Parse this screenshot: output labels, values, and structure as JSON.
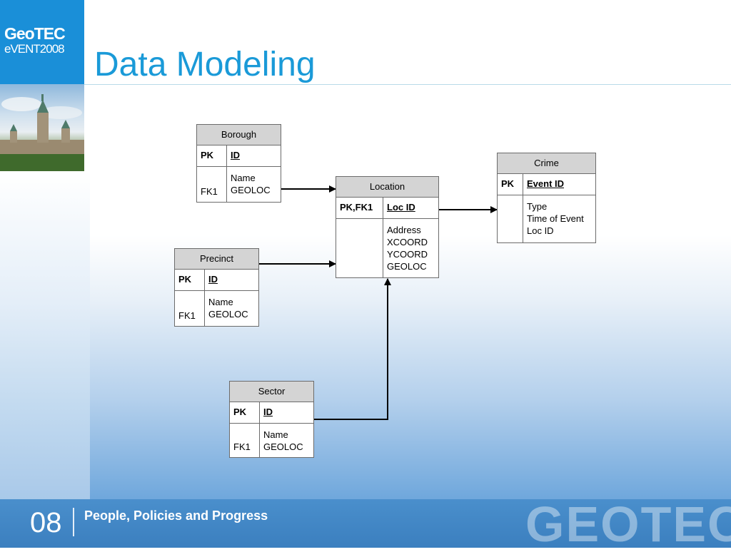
{
  "logo": {
    "line1": "GeoTEC",
    "line2": "eVENT2008"
  },
  "slide": {
    "title": "Data Modeling"
  },
  "footer": {
    "number": "08",
    "tagline": "People, Policies and Progress",
    "watermark": "GEOTEC"
  },
  "entities": {
    "borough": {
      "name": "Borough",
      "pk_key": "PK",
      "pk_field": "ID",
      "fk_key": "FK1",
      "attributes": [
        "Name",
        "GEOLOC"
      ]
    },
    "precinct": {
      "name": "Precinct",
      "pk_key": "PK",
      "pk_field": "ID",
      "fk_key": "FK1",
      "attributes": [
        "Name",
        "GEOLOC"
      ]
    },
    "sector": {
      "name": "Sector",
      "pk_key": "PK",
      "pk_field": "ID",
      "fk_key": "FK1",
      "attributes": [
        "Name",
        "GEOLOC"
      ]
    },
    "location": {
      "name": "Location",
      "pk_key": "PK,FK1",
      "pk_field": "Loc ID",
      "attributes": [
        "Address",
        "XCOORD",
        "YCOORD",
        "GEOLOC"
      ]
    },
    "crime": {
      "name": "Crime",
      "pk_key": "PK",
      "pk_field": "Event ID",
      "attributes": [
        "Type",
        "Time of Event",
        "Loc ID"
      ]
    }
  },
  "colors": {
    "title": "#1a9ad8",
    "header_fill": "#d4d4d4",
    "border": "#6b6b6b",
    "footer": "#3b7fbf",
    "logo_bg": "#1a8fd8"
  }
}
